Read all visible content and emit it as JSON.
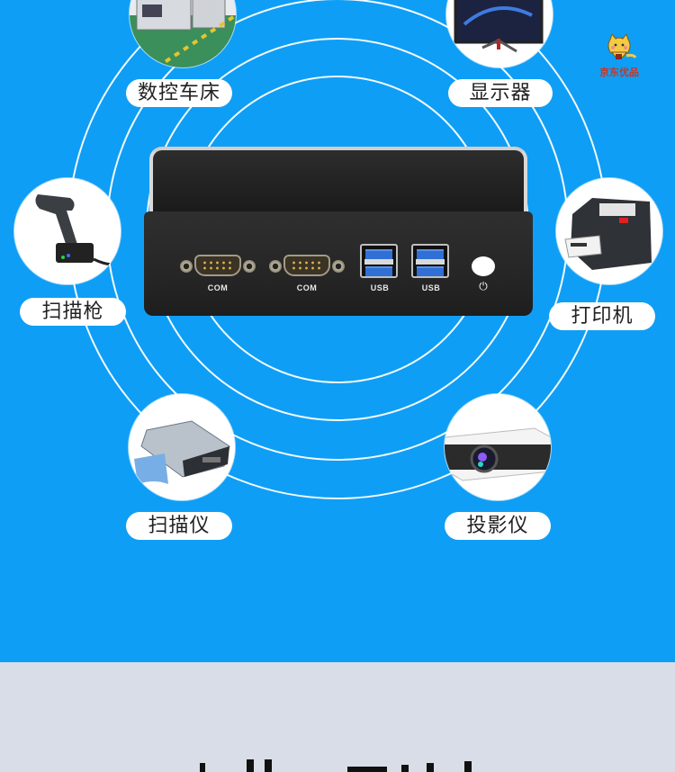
{
  "page": {
    "background_color": "#0f9ef5",
    "lower_section_color": "#d9dde7",
    "ring_color": "#ffffff"
  },
  "logo": {
    "text": "京东优品",
    "mascot_icon": "cat-mascot-icon",
    "text_color": "#c0392b"
  },
  "center_device": {
    "name": "mini-pc",
    "ports": [
      {
        "type": "com",
        "label": "COM"
      },
      {
        "type": "com",
        "label": "COM"
      },
      {
        "type": "usb",
        "label": "USB"
      },
      {
        "type": "usb",
        "label": "USB"
      },
      {
        "type": "power",
        "label": "⏻"
      }
    ]
  },
  "peripherals": [
    {
      "label": "数控车床",
      "image": "cnc-lathe"
    },
    {
      "label": "显示器",
      "image": "monitor"
    },
    {
      "label": "扫描枪",
      "image": "barcode-scanner"
    },
    {
      "label": "打印机",
      "image": "label-printer"
    },
    {
      "label": "扫描仪",
      "image": "flatbed-scanner"
    },
    {
      "label": "投影仪",
      "image": "projector"
    }
  ]
}
